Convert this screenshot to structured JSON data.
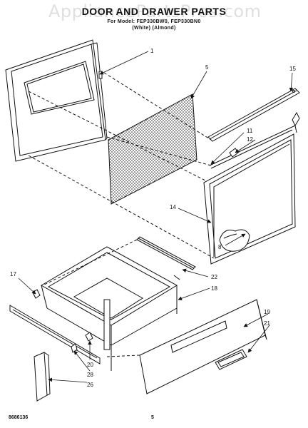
{
  "header": {
    "watermark": "AppliancePartsPros.com",
    "title": "DOOR AND DRAWER PARTS",
    "subtitle": "For Model: FEP330BW0, FEP330BN0",
    "variants": "(White)    (Almond)"
  },
  "footer": {
    "code": "8686136",
    "page": "5"
  },
  "callouts": {
    "c1": "1",
    "c5": "5",
    "c15": "15",
    "c11": "11",
    "c12": "12",
    "c14": "14",
    "c8": "8",
    "c17": "17",
    "c22": "22",
    "c18": "18",
    "c19": "19",
    "c21": "21",
    "c20": "20",
    "c28": "28",
    "c26": "26"
  }
}
